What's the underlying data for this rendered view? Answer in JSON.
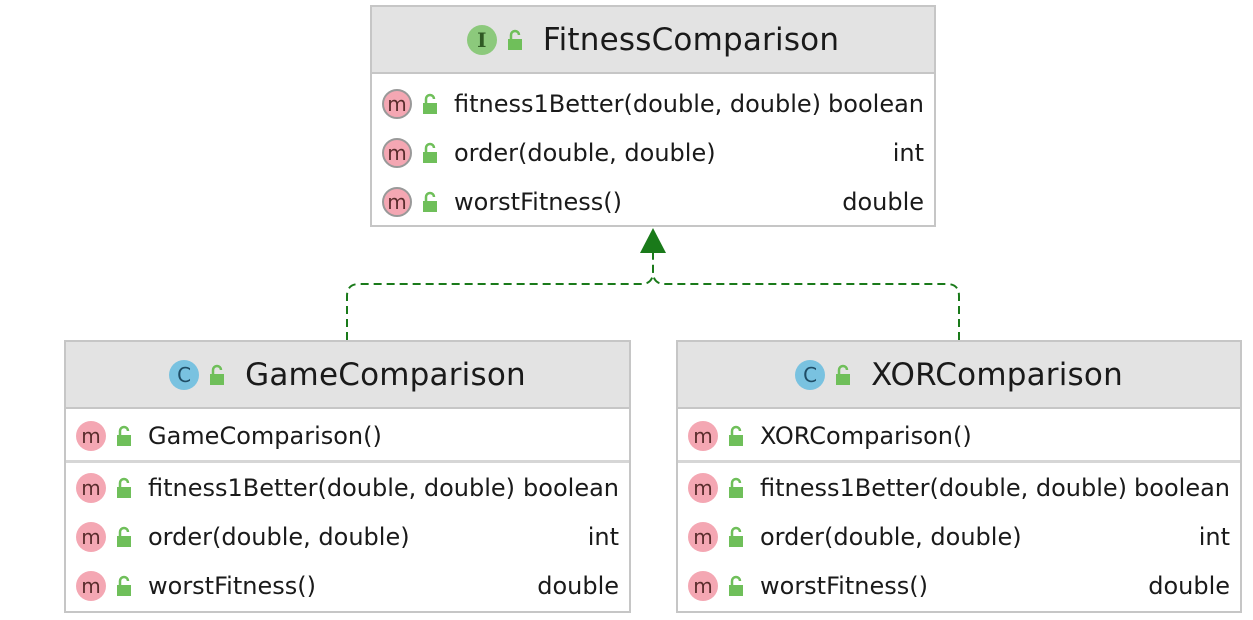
{
  "diagram": {
    "colors": {
      "arrow": "#1a7a1a",
      "header_bg": "#e3e3e3",
      "border": "#c6c6c6"
    },
    "interface": {
      "badge": "I",
      "name": "FitnessComparison",
      "methods": [
        {
          "badge": "m",
          "name": "fitness1Better(double, double)",
          "ret": "boolean"
        },
        {
          "badge": "m",
          "name": "order(double, double)",
          "ret": "int"
        },
        {
          "badge": "m",
          "name": "worstFitness()",
          "ret": "double"
        }
      ]
    },
    "game": {
      "badge": "C",
      "name": "GameComparison",
      "constructor": {
        "badge": "m",
        "name": "GameComparison()"
      },
      "methods": [
        {
          "badge": "m",
          "name": "fitness1Better(double, double)",
          "ret": "boolean"
        },
        {
          "badge": "m",
          "name": "order(double, double)",
          "ret": "int"
        },
        {
          "badge": "m",
          "name": "worstFitness()",
          "ret": "double"
        }
      ]
    },
    "xor": {
      "badge": "C",
      "name": "XORComparison",
      "constructor": {
        "badge": "m",
        "name": "XORComparison()"
      },
      "methods": [
        {
          "badge": "m",
          "name": "fitness1Better(double, double)",
          "ret": "boolean"
        },
        {
          "badge": "m",
          "name": "order(double, double)",
          "ret": "int"
        },
        {
          "badge": "m",
          "name": "worstFitness()",
          "ret": "double"
        }
      ]
    }
  }
}
